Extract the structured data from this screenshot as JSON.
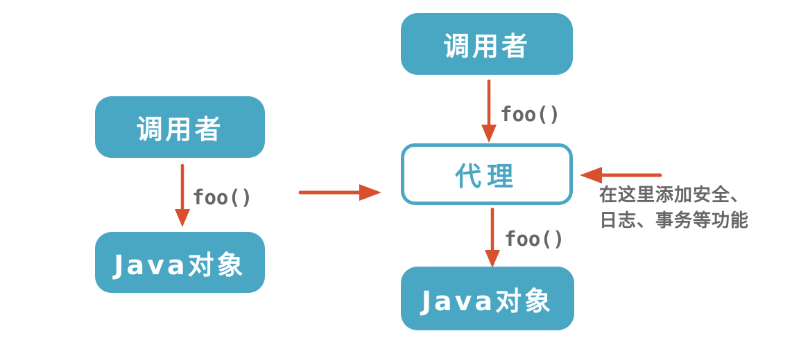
{
  "colors": {
    "box_blue": "#49a7c4",
    "arrow_red": "#d8502e",
    "text_gray": "#666666",
    "text_white": "#ffffff",
    "bg": "#ffffff"
  },
  "diagram": {
    "direct_flow": {
      "caller_label": "调用者",
      "call_label": "foo()",
      "target_label": "Java对象"
    },
    "proxy_flow": {
      "caller_label": "调用者",
      "call_to_proxy_label": "foo()",
      "proxy_label": "代理",
      "call_to_target_label": "foo()",
      "target_label": "Java对象",
      "annotation_line1": "在这里添加安全、",
      "annotation_line2": "日志、事务等功能"
    }
  }
}
